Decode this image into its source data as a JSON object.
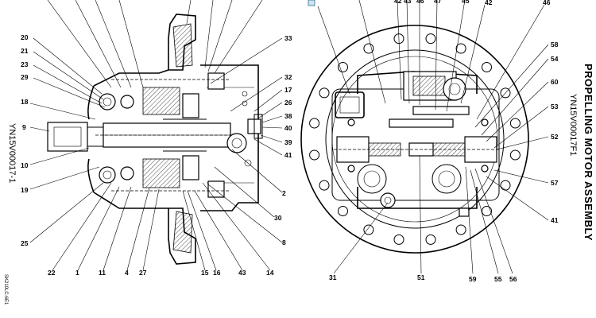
{
  "title": "PROPELLING MOTOR ASSEMBLY",
  "left_code": "YN15V00017-1",
  "right_code": "YN15V00017F1",
  "sheet_ref": "SK210LC-6E1",
  "left_callouts": [
    "20",
    "21",
    "23",
    "29",
    "18",
    "9",
    "10",
    "19",
    "25",
    "22",
    "1",
    "11",
    "4",
    "27",
    "15",
    "16",
    "43",
    "14",
    "8",
    "30",
    "2",
    "41",
    "39",
    "40",
    "38",
    "26",
    "17",
    "32",
    "33"
  ],
  "right_callouts": [
    "42",
    "43",
    "46",
    "47",
    "45",
    "42",
    "46",
    "58",
    "54",
    "60",
    "53",
    "52",
    "57",
    "41",
    "31",
    "51",
    "59",
    "55",
    "56"
  ]
}
